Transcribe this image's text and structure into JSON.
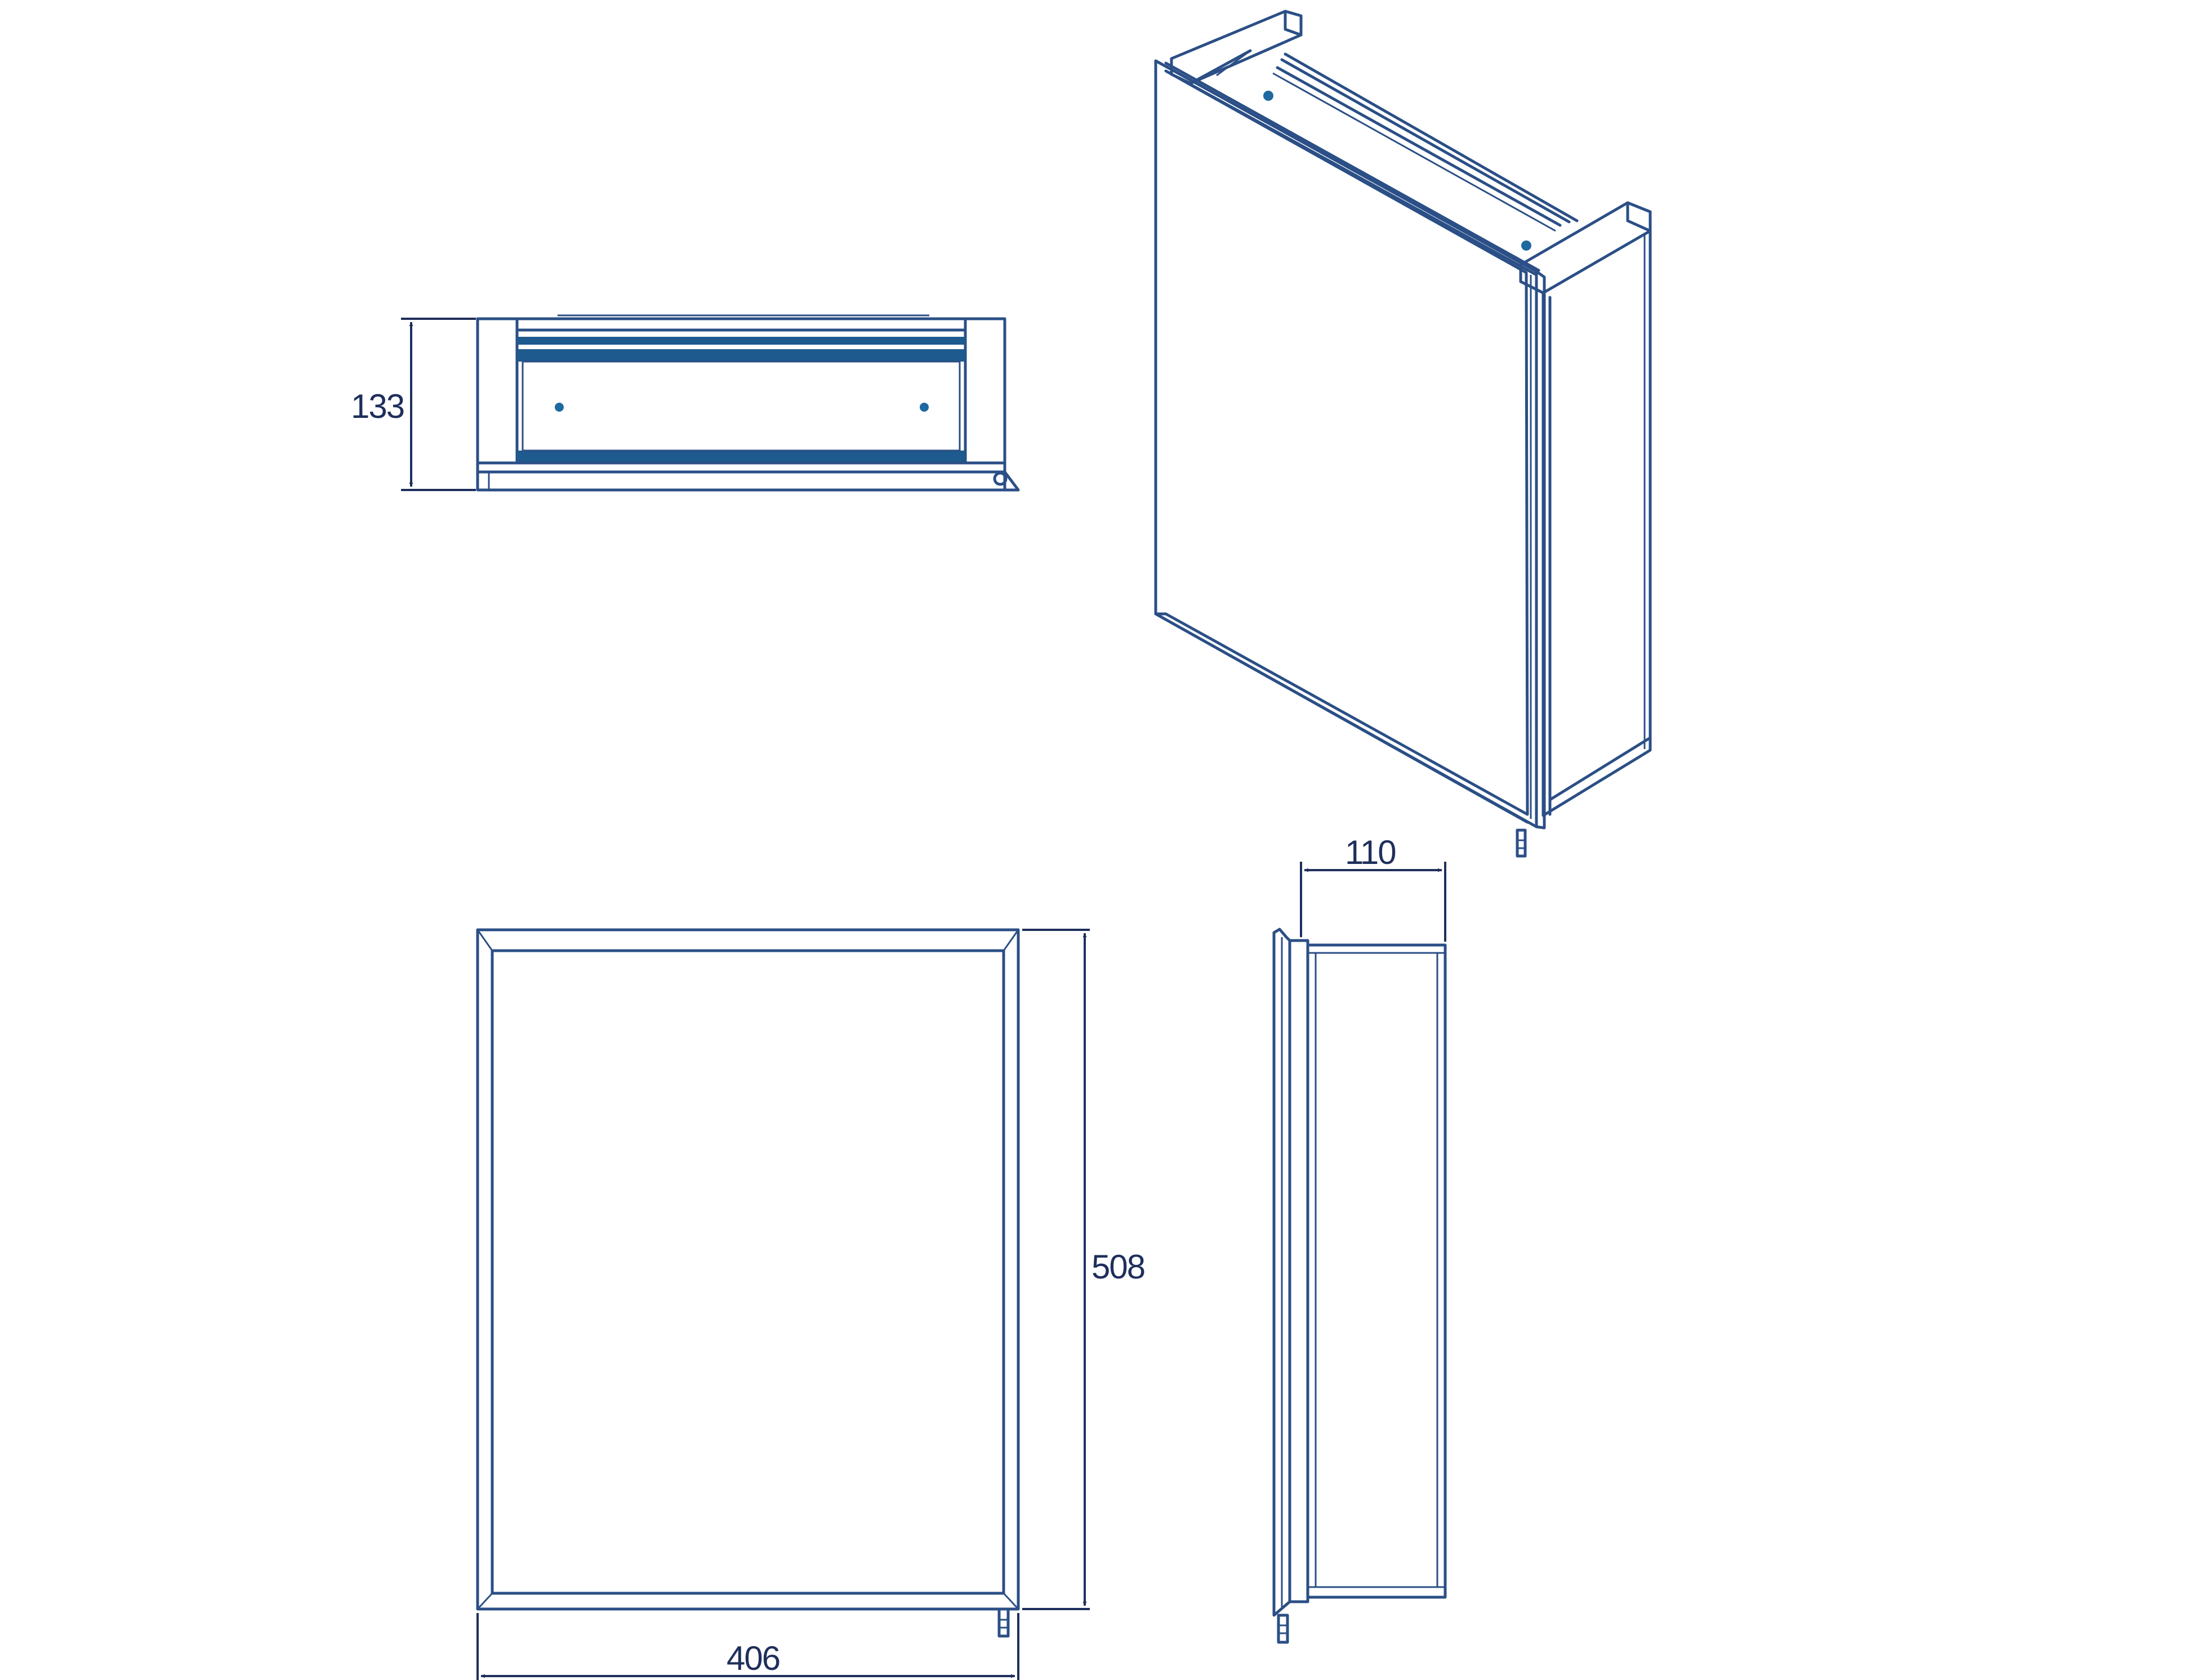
{
  "colors": {
    "outline": "#2b4f86",
    "dimension": "#1f2f5c",
    "fill_dark": "#1e5a8e",
    "background": "#ffffff"
  },
  "dimensions": {
    "depth_top": "133",
    "depth_side": "110",
    "height": "508",
    "width": "406"
  },
  "views": [
    "top-view",
    "isometric-view",
    "front-view",
    "side-view"
  ]
}
